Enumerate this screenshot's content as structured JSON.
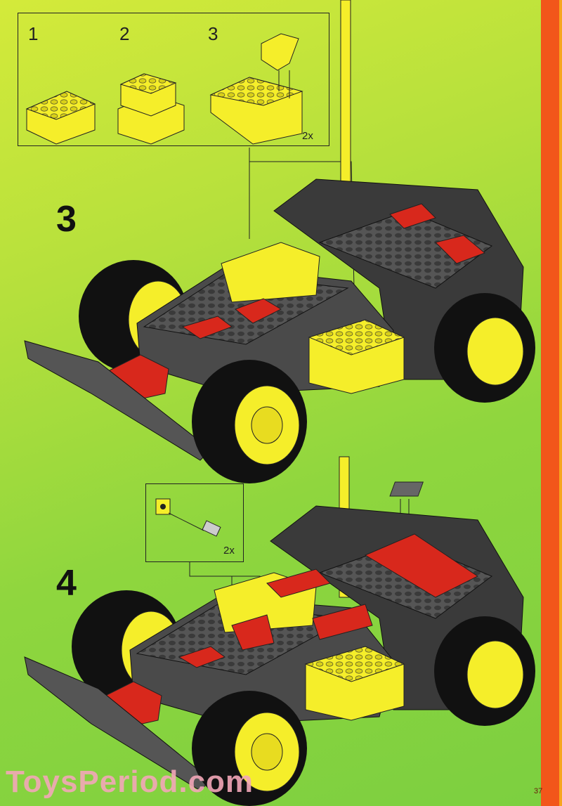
{
  "page_number": "37",
  "watermark": "ToysPeriod.com",
  "steps": [
    {
      "number": "3",
      "inset": {
        "sub_steps": [
          "1",
          "2",
          "3"
        ],
        "multiplier": "2x"
      }
    },
    {
      "number": "4",
      "inset": {
        "multiplier": "2x"
      }
    }
  ],
  "colors": {
    "background": "#a8dc3c",
    "side_strip": "#f2561a",
    "brick_yellow": "#f5ee2a",
    "brick_red": "#d8281c",
    "brick_dark_gray": "#4a4a4a"
  }
}
